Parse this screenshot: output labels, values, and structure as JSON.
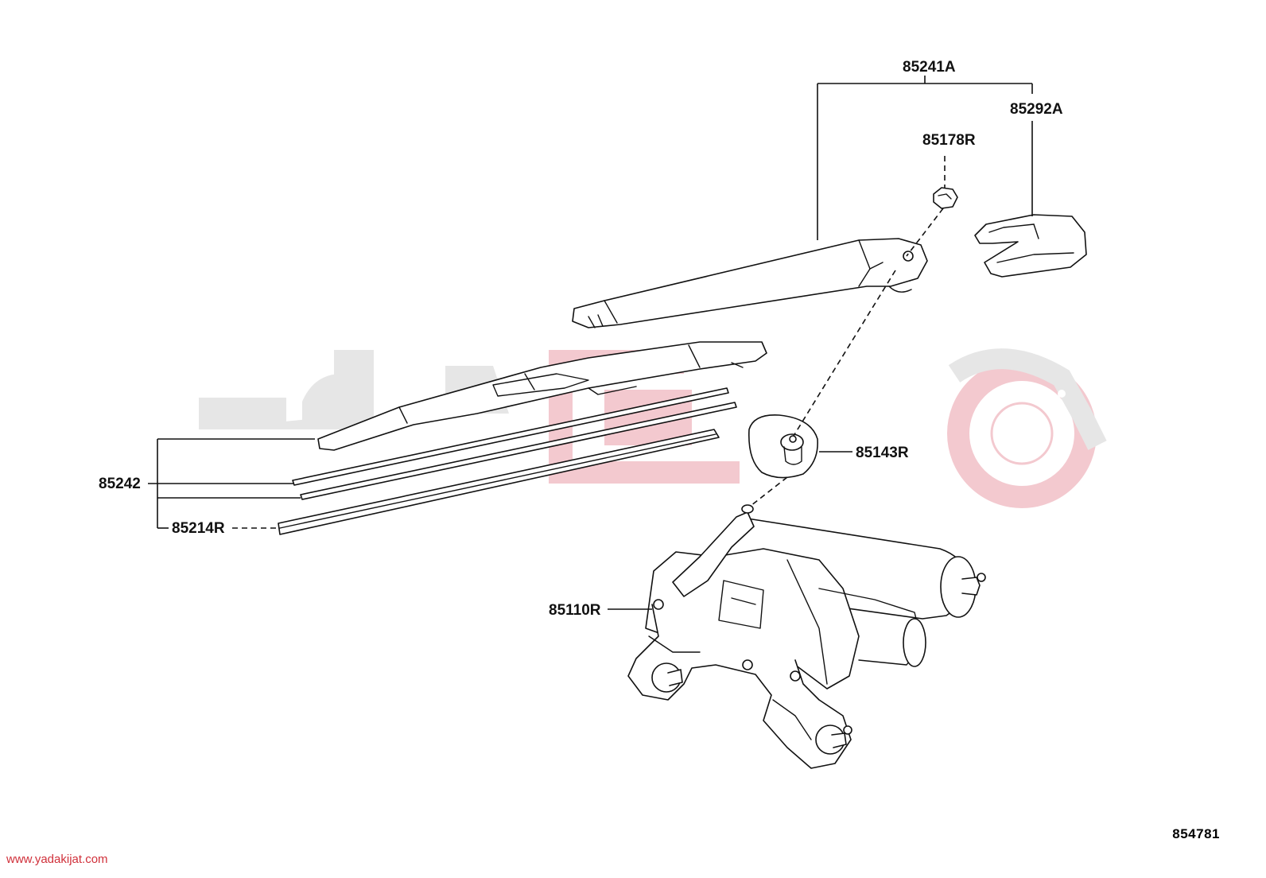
{
  "labels": {
    "arm_blade_assy": "85241A",
    "arm_cover": "85292A",
    "nut": "85178R",
    "pivot_cap": "85143R",
    "blade": "85242",
    "blade_rubber": "85214R",
    "motor_assy": "85110R"
  },
  "diagram_code": "854781",
  "watermark": {
    "site": "www.yadakijat.com"
  },
  "colors": {
    "line": "#111111",
    "watermark_gray": "#e3e3e3",
    "watermark_red": "#f3c6cc",
    "watermark_text": "#d0303a"
  }
}
